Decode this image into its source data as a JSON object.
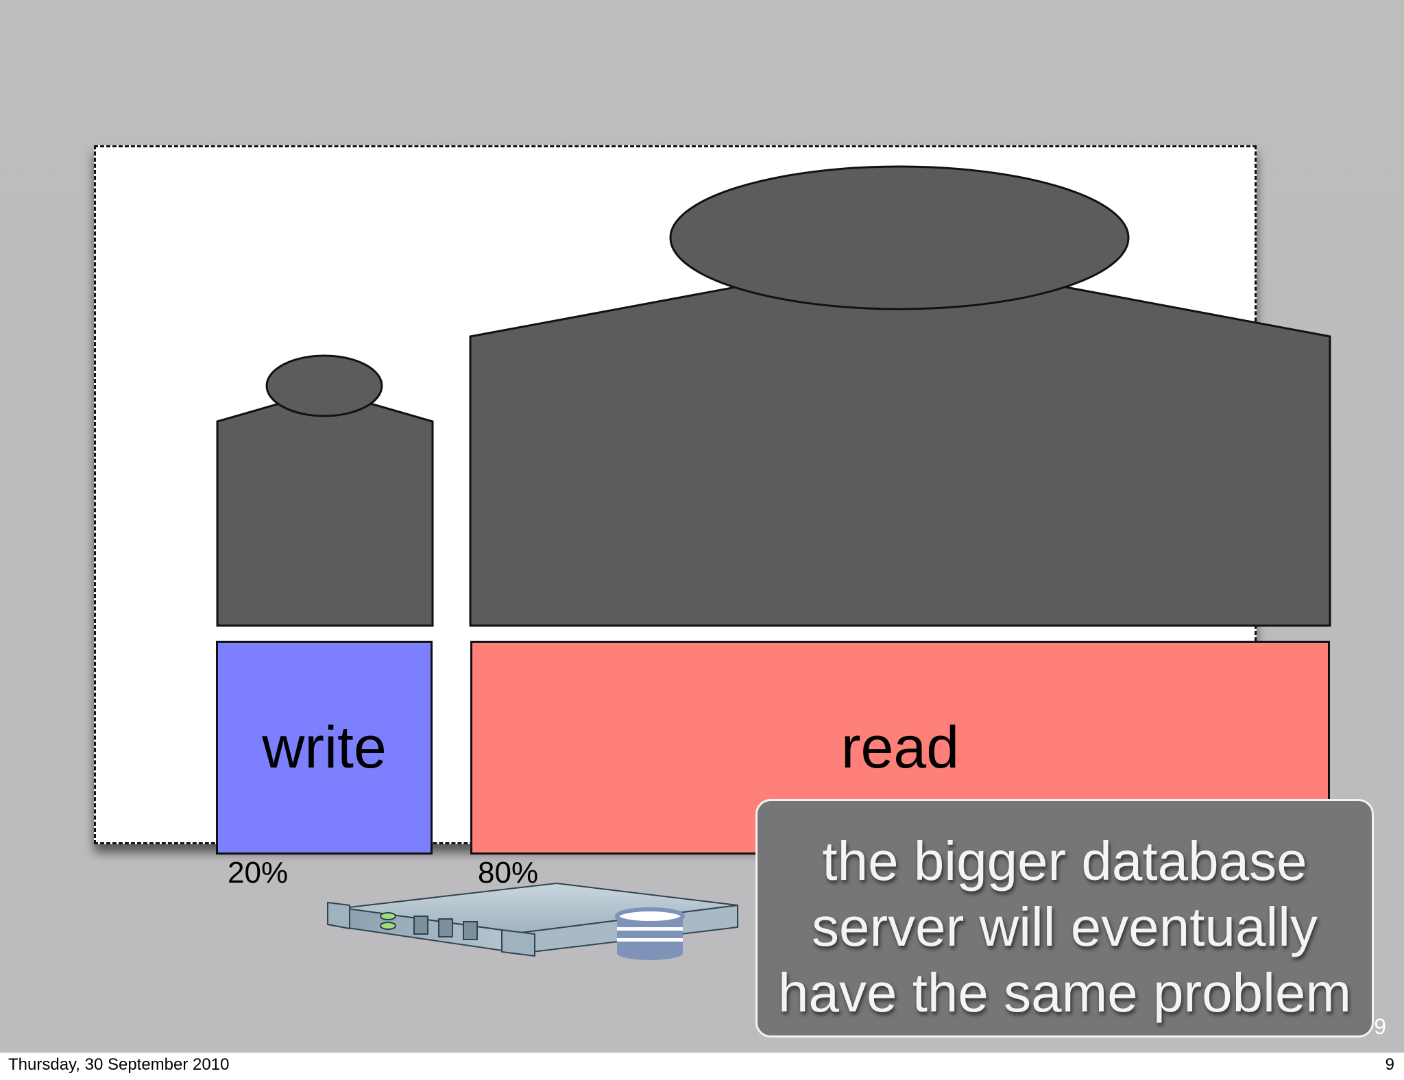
{
  "slide": {
    "bars": {
      "write": {
        "label": "write",
        "percent": "20%",
        "color": "#7c80fe"
      },
      "read": {
        "label": "read",
        "percent": "80%",
        "color": "#ff7f79"
      }
    },
    "people_color": "#5c5c5c",
    "icons": [
      "person-icon",
      "person-icon",
      "database-server-icon"
    ],
    "caption": {
      "lines": [
        "the bigger database",
        "server will eventually",
        "have the same problem"
      ]
    },
    "slide_number_ghost": "9"
  },
  "footer": {
    "date": "Thursday, 30 September 2010",
    "page_number": "9"
  }
}
